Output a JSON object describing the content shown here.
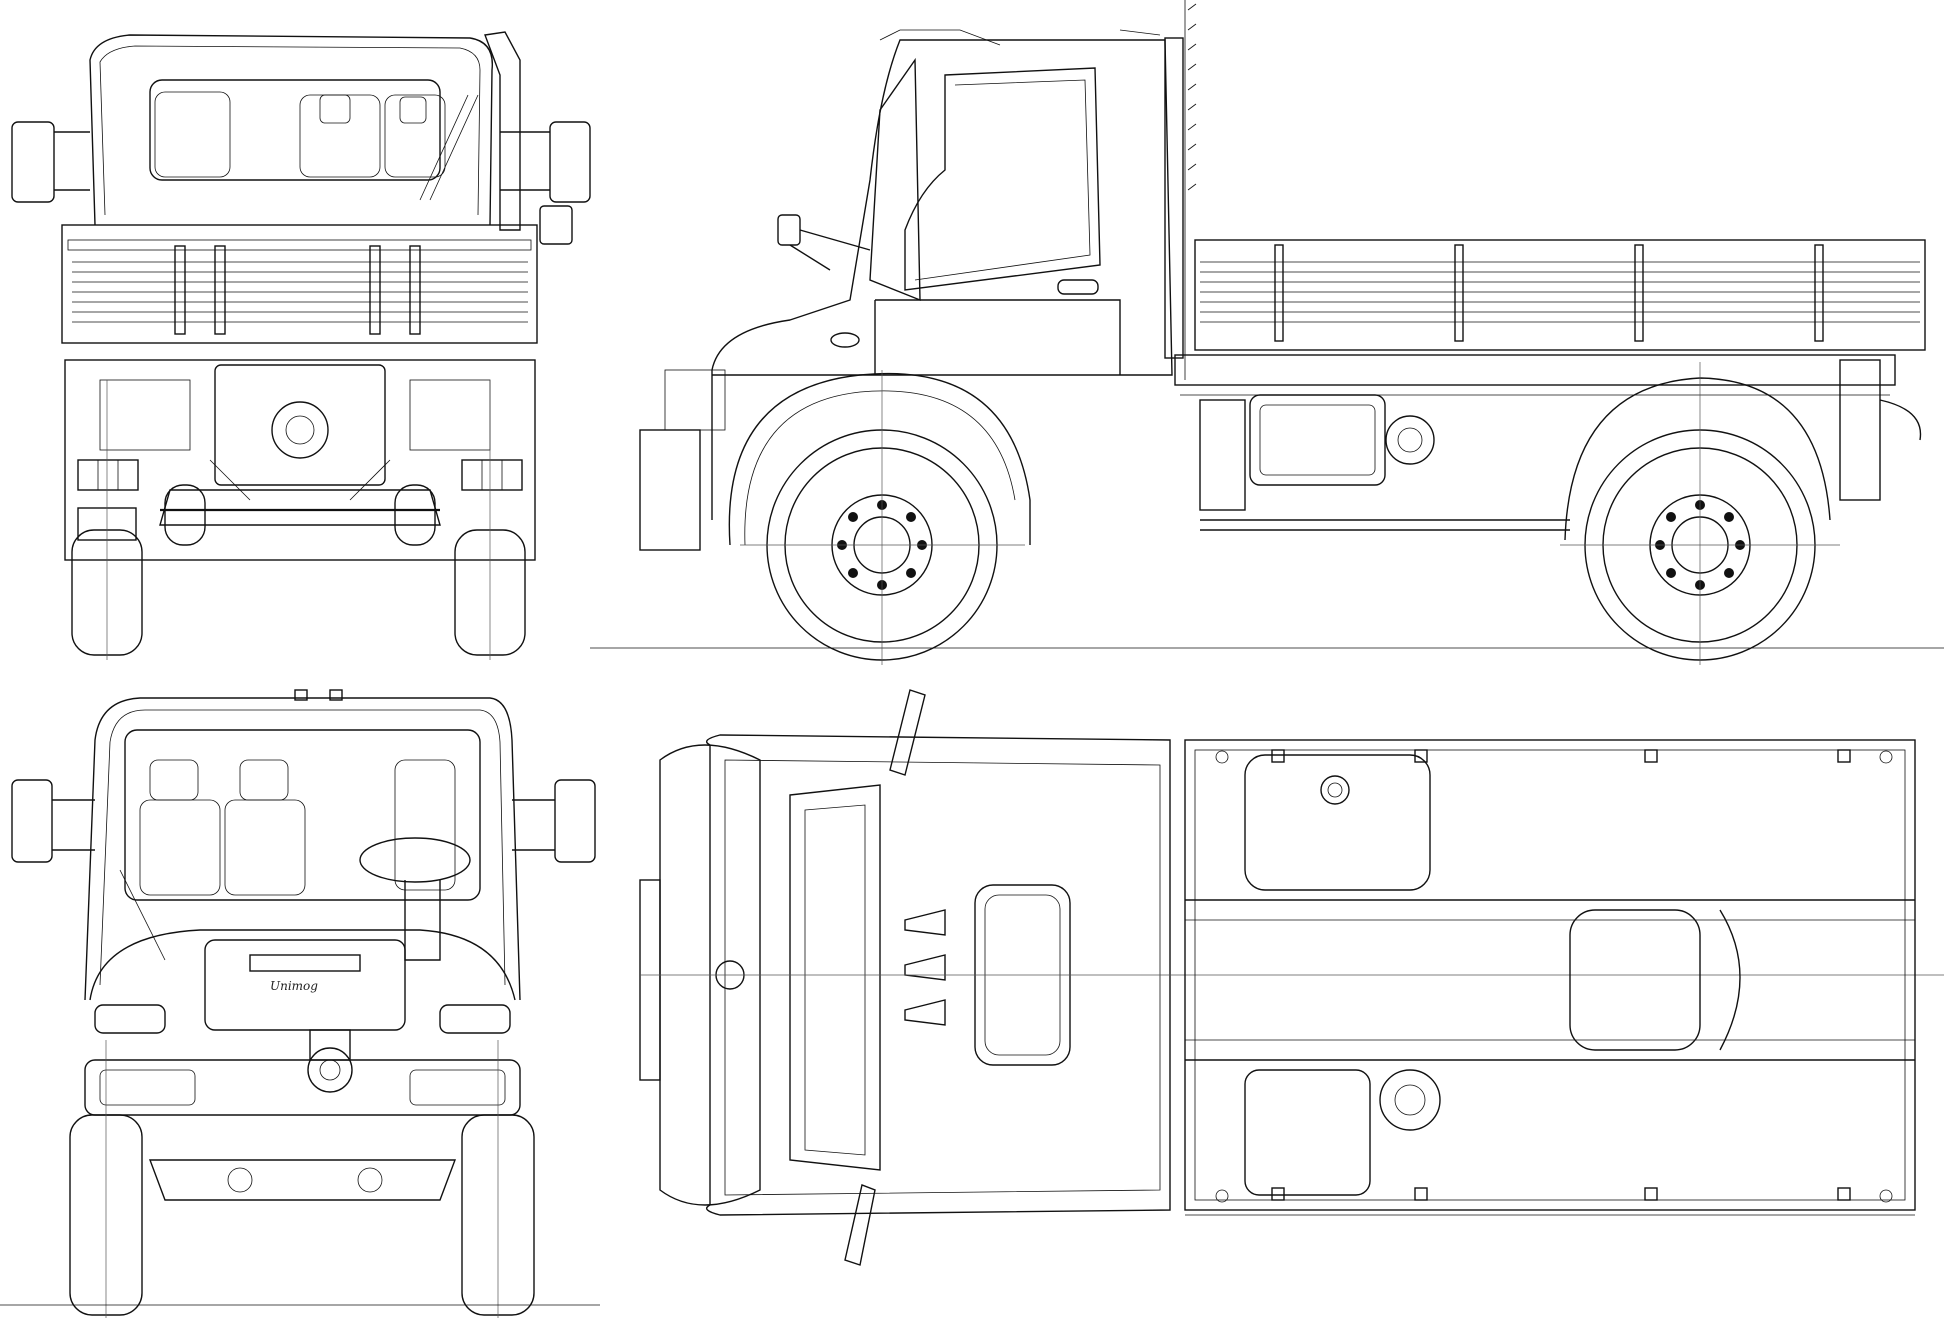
{
  "views": [
    {
      "id": "rear",
      "name": "rear"
    },
    {
      "id": "side",
      "name": "side"
    },
    {
      "id": "front",
      "name": "front"
    },
    {
      "id": "top",
      "name": "top"
    }
  ],
  "grille_badge": "Unimog",
  "line_color": "#111111",
  "background_color": "#ffffff"
}
